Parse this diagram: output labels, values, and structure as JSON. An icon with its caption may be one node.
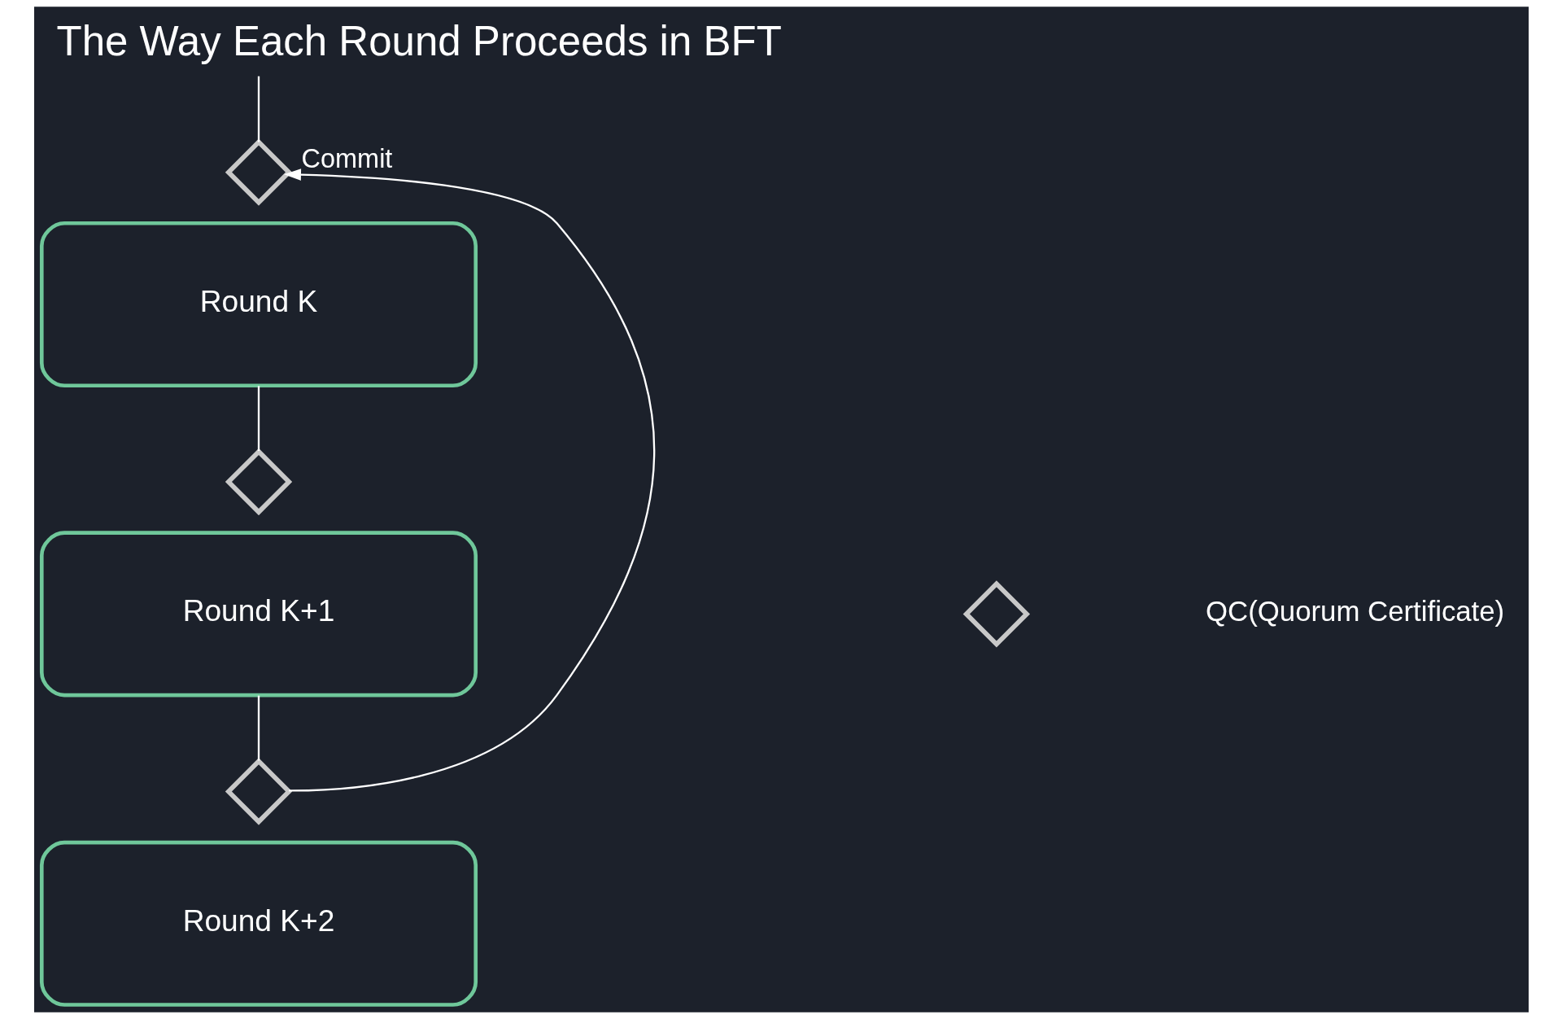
{
  "diagram": {
    "title": "The Way Each Round Proceeds in BFT",
    "nodes": [
      {
        "text": [
          "Round K"
        ]
      },
      {
        "text": [],
        "shape": "diamond"
      },
      {
        "text": [
          "Round K+1"
        ]
      },
      {
        "text": [],
        "shape": "diamond"
      },
      {
        "text": [
          "Round K+2"
        ]
      },
      {
        "text": [],
        "shape": "diamond"
      },
      {
        "text": [],
        "shape": "diamond"
      }
    ],
    "edges": [
      {
        "from": null,
        "to": 1,
        "arrow": "none"
      },
      {
        "from": 0,
        "to": 3,
        "arrow": "none"
      },
      {
        "from": 2,
        "to": 5,
        "arrow": "none"
      },
      {
        "from": 5,
        "to": 1,
        "arrow": "to",
        "label": "Commit"
      }
    ],
    "legend": [
      {
        "text": "QC(Quorum Certificate)"
      }
    ]
  }
}
